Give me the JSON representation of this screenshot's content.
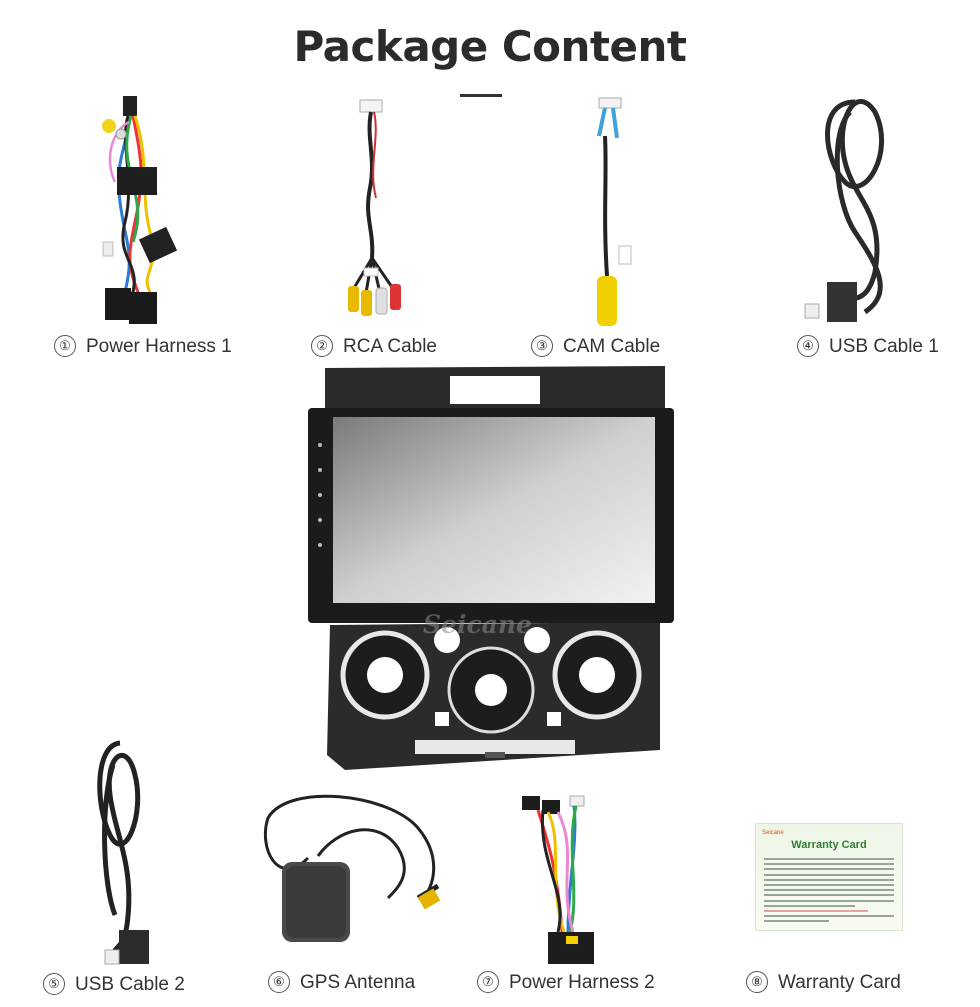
{
  "header": {
    "title": "Package Content"
  },
  "items": [
    {
      "num": "①",
      "label": "Power Harness 1"
    },
    {
      "num": "②",
      "label": "RCA Cable"
    },
    {
      "num": "③",
      "label": "CAM Cable"
    },
    {
      "num": "④",
      "label": "USB Cable 1"
    },
    {
      "num": "⑤",
      "label": "USB Cable 2"
    },
    {
      "num": "⑥",
      "label": "GPS Antenna"
    },
    {
      "num": "⑦",
      "label": "Power Harness 2"
    },
    {
      "num": "⑧",
      "label": "Warranty Card"
    }
  ],
  "main_unit": {
    "watermark": "Seicane"
  },
  "warranty_card": {
    "brand": "Seicane",
    "title": "Warranty Card"
  }
}
